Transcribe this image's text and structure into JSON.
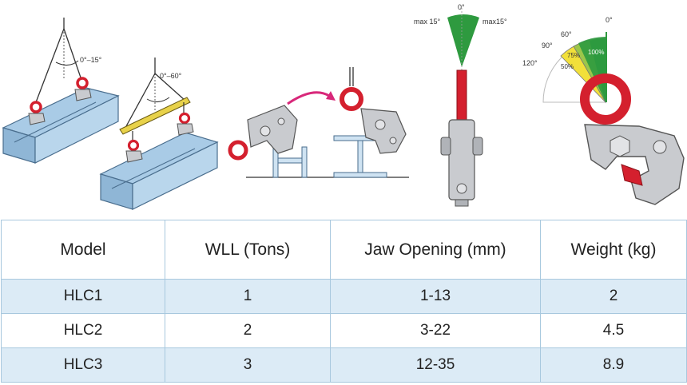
{
  "diagram": {
    "angle_single": "0°–15°",
    "angle_pair": "0°–60°",
    "side_tilt_left": "max 15°",
    "side_tilt_center": "0°",
    "side_tilt_right": "max15°",
    "fan_0": "0°",
    "fan_60": "60°",
    "fan_90": "90°",
    "fan_120": "120°",
    "pct_100": "100%",
    "pct_75": "75%",
    "pct_50": "50%"
  },
  "colors": {
    "beam": "#a9cbe6",
    "beam_edge": "#4a6e8e",
    "clamp_red": "#d4202e",
    "clamp_grey": "#c9cbcf",
    "spreader_yellow": "#e8d24a",
    "zone_green": "#2e9a3f",
    "zone_lightgreen": "#9cc64a",
    "zone_yellow": "#f2e03a",
    "table_border": "#a8c8de",
    "row_shade": "#dcebf6"
  },
  "table": {
    "headers": [
      "Model",
      "WLL (Tons)",
      "Jaw Opening (mm)",
      "Weight (kg)"
    ],
    "rows": [
      [
        "HLC1",
        "1",
        "1-13",
        "2"
      ],
      [
        "HLC2",
        "2",
        "3-22",
        "4.5"
      ],
      [
        "HLC3",
        "3",
        "12-35",
        "8.9"
      ]
    ]
  }
}
